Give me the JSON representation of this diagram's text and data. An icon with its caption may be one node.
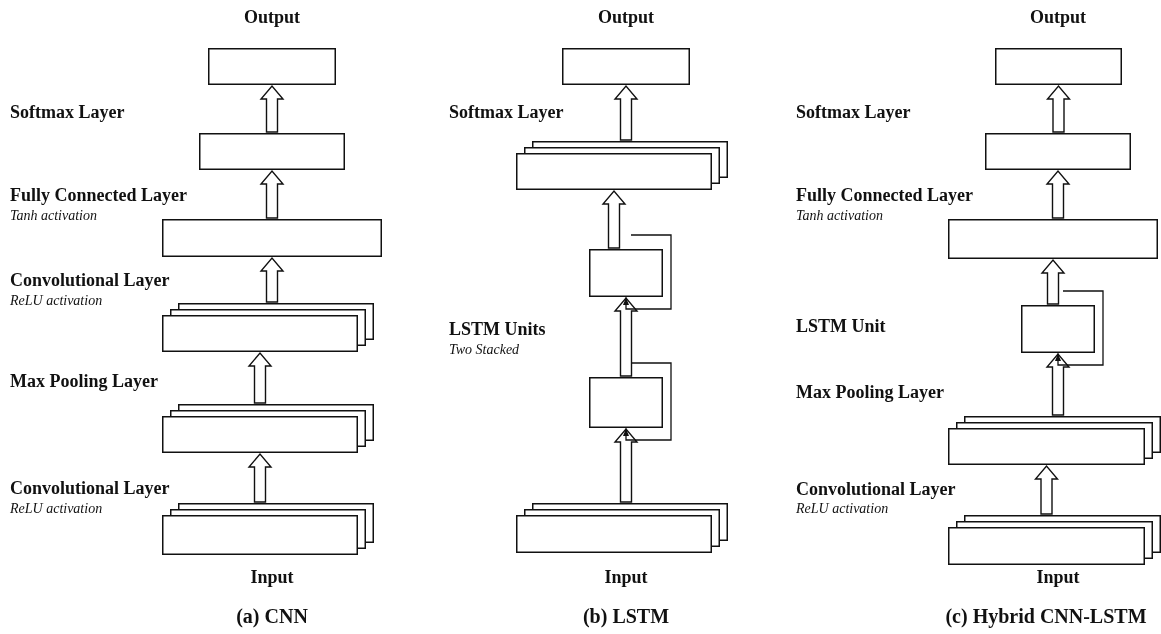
{
  "diagram": {
    "nodes": [
      {
        "text": [],
        "shape": "box",
        "beside": [
          "Output"
        ]
      },
      {
        "text": [],
        "shape": "box"
      },
      {
        "text": [],
        "shape": "box",
        "beside": [
          "Fully Connected Layer",
          "Tanh activation"
        ]
      },
      {
        "text": [],
        "shape": "box",
        "beside": [
          "Convolutional Layer",
          "ReLU activation"
        ]
      },
      {
        "text": [],
        "shape": "box",
        "beside": [
          "Max Pooling Layer"
        ]
      },
      {
        "text": [],
        "shape": "box",
        "beside": [
          "Convolutional Layer",
          "ReLU activation",
          "Input"
        ]
      },
      {
        "text": [],
        "shape": "box",
        "beside": [
          "Output"
        ]
      },
      {
        "text": [],
        "shape": "box",
        "beside": [
          "Softmax Layer"
        ]
      },
      {
        "text": [],
        "shape": "box"
      },
      {
        "text": [],
        "shape": "box",
        "beside": [
          "LSTM Units",
          "Two Stacked"
        ]
      },
      {
        "text": [],
        "shape": "box",
        "beside": [
          "Input"
        ]
      },
      {
        "text": [],
        "shape": "box",
        "beside": [
          "Output"
        ]
      },
      {
        "text": [],
        "shape": "box"
      },
      {
        "text": [],
        "shape": "box",
        "beside": [
          "Fully Connected Layer",
          "Tanh activation"
        ]
      },
      {
        "text": [],
        "shape": "box"
      },
      {
        "text": [],
        "shape": "box",
        "beside": [
          "Max Pooling Layer"
        ]
      },
      {
        "text": [],
        "shape": "box",
        "beside": [
          "Convolutional Layer",
          "ReLU activation",
          "Input"
        ]
      }
    ],
    "edges": [
      {
        "from": 5,
        "to": 4,
        "arrow": "to"
      },
      {
        "from": 4,
        "to": 3,
        "arrow": "to"
      },
      {
        "from": 3,
        "to": 2,
        "arrow": "to"
      },
      {
        "from": 2,
        "to": 1,
        "arrow": "to"
      },
      {
        "from": 1,
        "to": 0,
        "arrow": "to"
      },
      {
        "from": 10,
        "to": 9,
        "arrow": "to"
      },
      {
        "from": 9,
        "to": 9,
        "arrow": "to"
      },
      {
        "from": 9,
        "to": 8,
        "arrow": "to"
      },
      {
        "from": 8,
        "to": 8,
        "arrow": "to"
      },
      {
        "from": 8,
        "to": 7,
        "arrow": "to"
      },
      {
        "from": 7,
        "to": 6,
        "arrow": "to"
      },
      {
        "from": 16,
        "to": 15,
        "arrow": "to"
      },
      {
        "from": 15,
        "to": 14,
        "arrow": "to"
      },
      {
        "from": 14,
        "to": 14,
        "arrow": "to"
      },
      {
        "from": 14,
        "to": 13,
        "arrow": "to"
      },
      {
        "from": 13,
        "to": 12,
        "arrow": "to"
      },
      {
        "from": 12,
        "to": 11,
        "arrow": "to"
      }
    ],
    "labels": [
      "Softmax Layer",
      "Softmax Layer",
      "LSTM Unit",
      "(a) CNN",
      "(b) LSTM",
      "(c) Hybrid CNN-LSTM"
    ]
  }
}
